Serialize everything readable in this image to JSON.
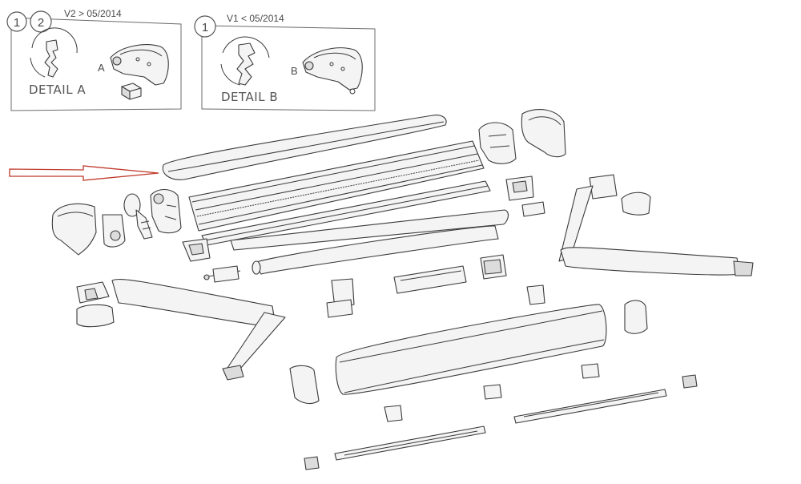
{
  "detail_box_1": {
    "badge_1": "1",
    "badge_2": "2",
    "version": "V2 > 05/2014",
    "detail_caption": "DETAIL A",
    "callout_letter": "A"
  },
  "detail_box_2": {
    "badge_1": "1",
    "version": "V1 < 05/2014",
    "detail_caption": "DETAIL B",
    "callout_letter": "B"
  },
  "colors": {
    "pointer_arrow": "#c0392b",
    "line_art": "#3a3a3a"
  },
  "icons": {
    "pointer": "arrow-right-icon"
  }
}
